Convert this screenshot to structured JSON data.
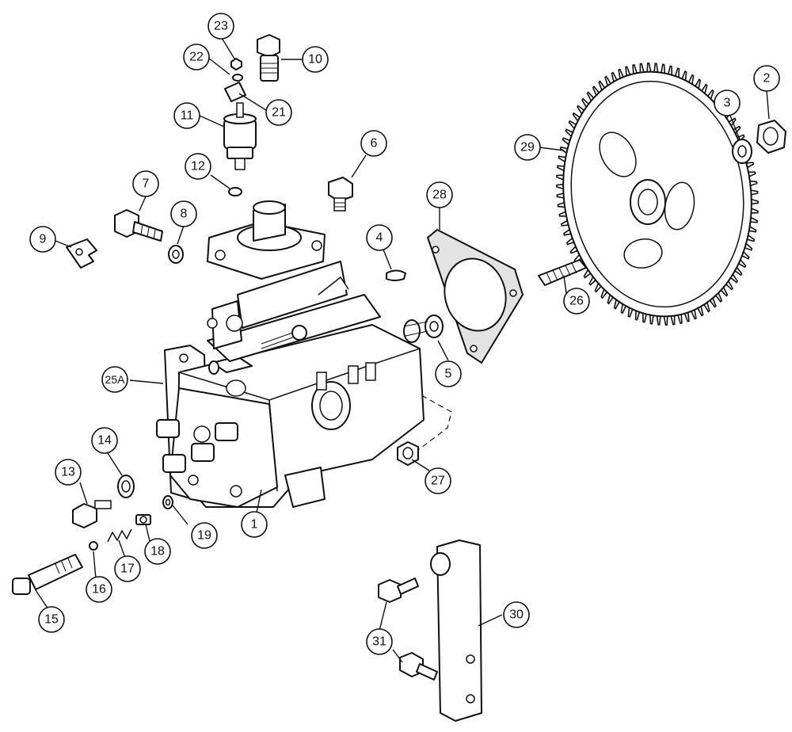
{
  "diagram": {
    "callouts": [
      {
        "id": "c1",
        "label": "1"
      },
      {
        "id": "c2",
        "label": "2"
      },
      {
        "id": "c3",
        "label": "3"
      },
      {
        "id": "c4",
        "label": "4"
      },
      {
        "id": "c5",
        "label": "5"
      },
      {
        "id": "c6",
        "label": "6"
      },
      {
        "id": "c7",
        "label": "7"
      },
      {
        "id": "c8",
        "label": "8"
      },
      {
        "id": "c9",
        "label": "9"
      },
      {
        "id": "c10",
        "label": "10"
      },
      {
        "id": "c11",
        "label": "11"
      },
      {
        "id": "c12",
        "label": "12"
      },
      {
        "id": "c13",
        "label": "13"
      },
      {
        "id": "c14",
        "label": "14"
      },
      {
        "id": "c15",
        "label": "15"
      },
      {
        "id": "c16",
        "label": "16"
      },
      {
        "id": "c17",
        "label": "17"
      },
      {
        "id": "c18",
        "label": "18"
      },
      {
        "id": "c19",
        "label": "19"
      },
      {
        "id": "c21",
        "label": "21"
      },
      {
        "id": "c22",
        "label": "22"
      },
      {
        "id": "c23",
        "label": "23"
      },
      {
        "id": "c25a",
        "label": "25A"
      },
      {
        "id": "c26",
        "label": "26"
      },
      {
        "id": "c27",
        "label": "27"
      },
      {
        "id": "c28",
        "label": "28"
      },
      {
        "id": "c29",
        "label": "29"
      },
      {
        "id": "c30",
        "label": "30"
      },
      {
        "id": "c31",
        "label": "31"
      }
    ]
  }
}
